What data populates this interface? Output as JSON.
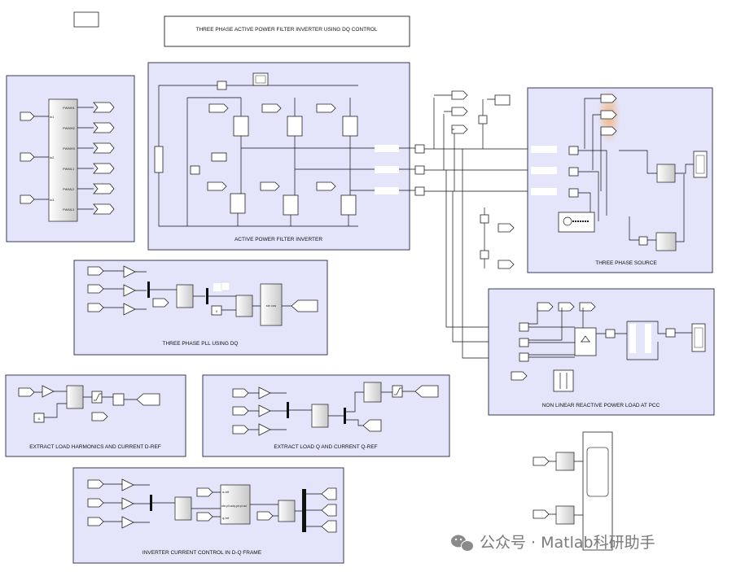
{
  "title": "THREE PHASE ACTIVE POWER FILTER INVERTER USING DQ CONTROL",
  "subsystems": {
    "apf_inverter": "ACTIVE POWER FILTER INVERTER",
    "three_phase_source": "THREE PHASE SOURCE",
    "pll": "THREE PHASE PLL USING DQ",
    "nonlinear_load": "NON LINEAR REACTIVE POWER LOAD AT PCC",
    "harmonics_dref": "EXTRACT LOAD HARMONICS AND CURRENT D-REF",
    "q_qref": "EXTRACT LOAD Q AND CURRENT Q-REF",
    "current_control": "INVERTER CURRENT CONTROL IN D-Q FRAME"
  },
  "pwm_block": {
    "outputs": [
      "PWMH1",
      "PWMH2",
      "PWMH3",
      "PWML1",
      "PWML2",
      "PWML3"
    ],
    "inputs": [
      "in1",
      "in2",
      "in3"
    ]
  },
  "blocks": {
    "pll_out_label": "sin cos",
    "const_zero": "0",
    "const_a": "A",
    "ctrl_ports": [
      "d-ref",
      "abc-pll-wdq-ptr-pi-out",
      "q-ref"
    ]
  },
  "watermark": "公众号 · Matlab科研助手",
  "icons": {
    "watermark": "wechat-icon",
    "scope": "scope-icon"
  },
  "colors": {
    "subsystem_bg": "#e4e4fa",
    "highlight": "#f3b27a"
  }
}
